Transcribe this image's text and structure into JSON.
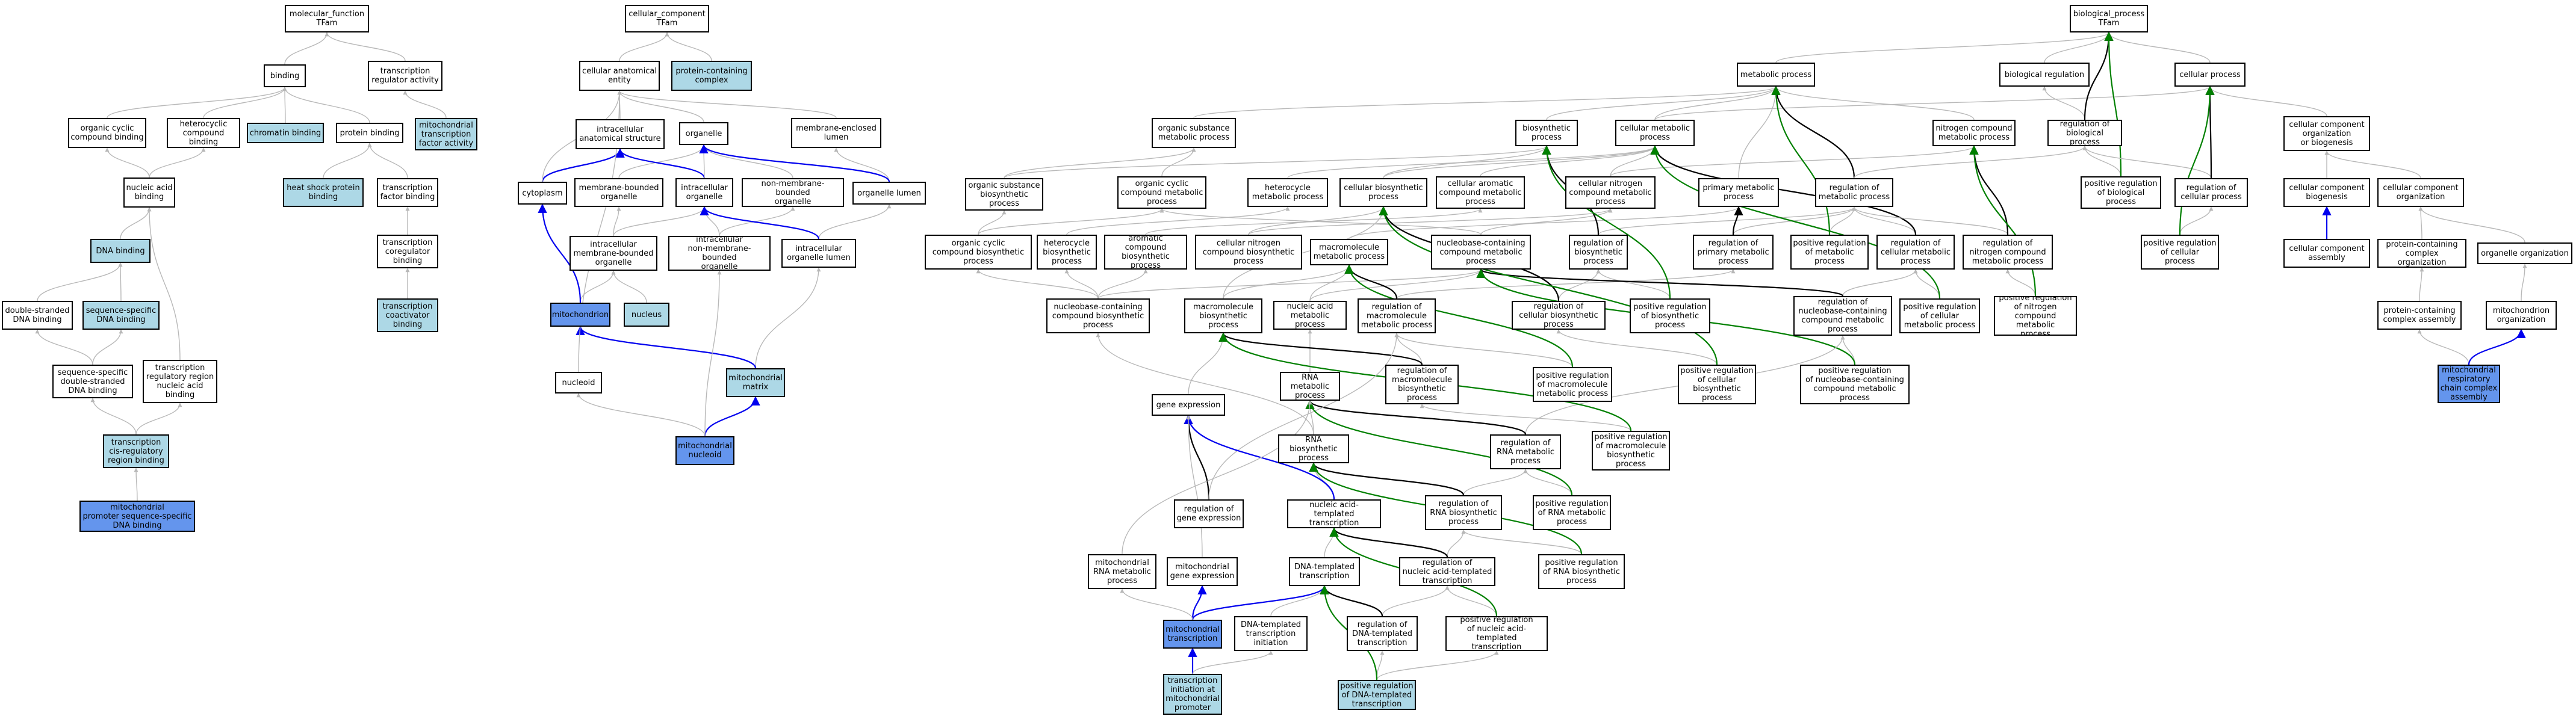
{
  "colors": {
    "white": "#ffffff",
    "light": "#add8e6",
    "dark": "#6495ed",
    "edge_gray": "#b8b8b8",
    "edge_black": "#000000",
    "edge_blue": "#0000ee",
    "edge_green": "#008000"
  },
  "nodes": {
    "n1": {
      "label": "molecular_function\nTFam",
      "fill": "white"
    },
    "n2": {
      "label": "binding",
      "fill": "white"
    },
    "n3": {
      "label": "transcription\nregulator activity",
      "fill": "white"
    },
    "n4": {
      "label": "organic cyclic\ncompound binding",
      "fill": "white"
    },
    "n5": {
      "label": "heterocyclic\ncompound binding",
      "fill": "white"
    },
    "n6": {
      "label": "chromatin binding",
      "fill": "light"
    },
    "n7": {
      "label": "protein binding",
      "fill": "white"
    },
    "n8": {
      "label": "mitochondrial\ntranscription\nfactor activity",
      "fill": "light"
    },
    "n9": {
      "label": "nucleic acid\nbinding",
      "fill": "white"
    },
    "n10": {
      "label": "heat shock protein\nbinding",
      "fill": "light"
    },
    "n11": {
      "label": "transcription\nfactor binding",
      "fill": "white"
    },
    "n12": {
      "label": "DNA binding",
      "fill": "light"
    },
    "n13": {
      "label": "transcription\ncoregulator\nbinding",
      "fill": "white"
    },
    "n14": {
      "label": "double-stranded\nDNA binding",
      "fill": "white"
    },
    "n15": {
      "label": "sequence-specific\nDNA binding",
      "fill": "light"
    },
    "n16": {
      "label": "transcription\ncoactivator\nbinding",
      "fill": "light"
    },
    "n17": {
      "label": "sequence-specific\ndouble-stranded\nDNA binding",
      "fill": "white"
    },
    "n18": {
      "label": "transcription\nregulatory region\nnucleic acid\nbinding",
      "fill": "white"
    },
    "n19": {
      "label": "transcription\ncis-regulatory\nregion binding",
      "fill": "light"
    },
    "n20": {
      "label": "mitochondrial\npromoter sequence-specific\nDNA binding",
      "fill": "dark"
    },
    "n21": {
      "label": "cellular_component\nTFam",
      "fill": "white"
    },
    "n22": {
      "label": "cellular anatomical\nentity",
      "fill": "white"
    },
    "n23": {
      "label": "protein-containing\ncomplex",
      "fill": "light"
    },
    "n24": {
      "label": "intracellular\nanatomical structure",
      "fill": "white"
    },
    "n25": {
      "label": "organelle",
      "fill": "white"
    },
    "n26": {
      "label": "membrane-enclosed\nlumen",
      "fill": "white"
    },
    "n27": {
      "label": "cytoplasm",
      "fill": "white"
    },
    "n28": {
      "label": "membrane-bounded\norganelle",
      "fill": "white"
    },
    "n29": {
      "label": "intracellular\norganelle",
      "fill": "white"
    },
    "n30": {
      "label": "non-membrane-bounded\norganelle",
      "fill": "white"
    },
    "n31": {
      "label": "organelle lumen",
      "fill": "white"
    },
    "n32": {
      "label": "intracellular\nmembrane-bounded\norganelle",
      "fill": "white"
    },
    "n33": {
      "label": "intracellular\nnon-membrane-bounded\norganelle",
      "fill": "white"
    },
    "n34": {
      "label": "intracellular\norganelle lumen",
      "fill": "white"
    },
    "n35": {
      "label": "mitochondrion",
      "fill": "dark"
    },
    "n36": {
      "label": "nucleus",
      "fill": "light"
    },
    "n37": {
      "label": "mitochondrial\nmatrix",
      "fill": "light"
    },
    "n38": {
      "label": "nucleoid",
      "fill": "white"
    },
    "n39": {
      "label": "mitochondrial\nnucleoid",
      "fill": "dark"
    },
    "n40": {
      "label": "biological_process\nTFam",
      "fill": "white"
    },
    "n41": {
      "label": "metabolic process",
      "fill": "white"
    },
    "n42": {
      "label": "biological regulation",
      "fill": "white"
    },
    "n43": {
      "label": "cellular process",
      "fill": "white"
    },
    "n44": {
      "label": "organic substance\nmetabolic process",
      "fill": "white"
    },
    "n45": {
      "label": "biosynthetic\nprocess",
      "fill": "white"
    },
    "n46": {
      "label": "cellular metabolic\nprocess",
      "fill": "white"
    },
    "n47": {
      "label": "nitrogen compound\nmetabolic process",
      "fill": "white"
    },
    "n48": {
      "label": "regulation of\nbiological process",
      "fill": "white"
    },
    "n49": {
      "label": "cellular component\norganization\nor biogenesis",
      "fill": "white"
    },
    "n50": {
      "label": "organic substance\nbiosynthetic\nprocess",
      "fill": "white"
    },
    "n51": {
      "label": "organic cyclic\ncompound metabolic\nprocess",
      "fill": "white"
    },
    "n52": {
      "label": "heterocycle\nmetabolic process",
      "fill": "white"
    },
    "n53": {
      "label": "cellular biosynthetic\nprocess",
      "fill": "white"
    },
    "n54": {
      "label": "cellular aromatic\ncompound metabolic\nprocess",
      "fill": "white"
    },
    "n55": {
      "label": "cellular nitrogen\ncompound metabolic\nprocess",
      "fill": "white"
    },
    "n56": {
      "label": "primary metabolic\nprocess",
      "fill": "white"
    },
    "n57": {
      "label": "regulation of\nmetabolic process",
      "fill": "white"
    },
    "n58": {
      "label": "positive regulation\nof biological\nprocess",
      "fill": "white"
    },
    "n59": {
      "label": "regulation of\ncellular process",
      "fill": "white"
    },
    "n60": {
      "label": "cellular component\nbiogenesis",
      "fill": "white"
    },
    "n61": {
      "label": "cellular component\norganization",
      "fill": "white"
    },
    "n62": {
      "label": "organic cyclic\ncompound biosynthetic\nprocess",
      "fill": "white"
    },
    "n63": {
      "label": "heterocycle\nbiosynthetic\nprocess",
      "fill": "white"
    },
    "n64": {
      "label": "aromatic compound\nbiosynthetic\nprocess",
      "fill": "white"
    },
    "n65": {
      "label": "cellular nitrogen\ncompound biosynthetic\nprocess",
      "fill": "white"
    },
    "n66": {
      "label": "macromolecule\nmetabolic process",
      "fill": "white"
    },
    "n67": {
      "label": "nucleobase-containing\ncompound metabolic\nprocess",
      "fill": "white"
    },
    "n68": {
      "label": "regulation of\nbiosynthetic\nprocess",
      "fill": "white"
    },
    "n69": {
      "label": "regulation of\nprimary metabolic\nprocess",
      "fill": "white"
    },
    "n70": {
      "label": "positive regulation\nof metabolic\nprocess",
      "fill": "white"
    },
    "n71": {
      "label": "regulation of\ncellular metabolic\nprocess",
      "fill": "white"
    },
    "n72": {
      "label": "regulation of\nnitrogen compound\nmetabolic process",
      "fill": "white"
    },
    "n73": {
      "label": "positive regulation\nof cellular\nprocess",
      "fill": "white"
    },
    "n74": {
      "label": "cellular component\nassembly",
      "fill": "white"
    },
    "n75": {
      "label": "protein-containing\ncomplex organization",
      "fill": "white"
    },
    "n76": {
      "label": "organelle organization",
      "fill": "white"
    },
    "n77": {
      "label": "nucleobase-containing\ncompound biosynthetic\nprocess",
      "fill": "white"
    },
    "n78": {
      "label": "macromolecule\nbiosynthetic\nprocess",
      "fill": "white"
    },
    "n79": {
      "label": "nucleic acid\nmetabolic process",
      "fill": "white"
    },
    "n80": {
      "label": "regulation of\nmacromolecule\nmetabolic process",
      "fill": "white"
    },
    "n81": {
      "label": "regulation of\ncellular biosynthetic\nprocess",
      "fill": "white"
    },
    "n82": {
      "label": "positive regulation\nof biosynthetic\nprocess",
      "fill": "white"
    },
    "n83": {
      "label": "regulation of\nnucleobase-containing\ncompound metabolic\nprocess",
      "fill": "white"
    },
    "n84": {
      "label": "positive regulation\nof cellular\nmetabolic process",
      "fill": "white"
    },
    "n85": {
      "label": "positive regulation\nof nitrogen\ncompound metabolic\nprocess",
      "fill": "white"
    },
    "n86": {
      "label": "protein-containing\ncomplex assembly",
      "fill": "white"
    },
    "n87": {
      "label": "mitochondrion\norganization",
      "fill": "white"
    },
    "n88": {
      "label": "RNA metabolic\nprocess",
      "fill": "white"
    },
    "n89": {
      "label": "regulation of\nmacromolecule\nbiosynthetic\nprocess",
      "fill": "white"
    },
    "n90": {
      "label": "positive regulation\nof macromolecule\nmetabolic process",
      "fill": "white"
    },
    "n91": {
      "label": "positive regulation\nof cellular\nbiosynthetic\nprocess",
      "fill": "white"
    },
    "n92": {
      "label": "positive regulation\nof nucleobase-containing\ncompound metabolic\nprocess",
      "fill": "white"
    },
    "n93": {
      "label": "mitochondrial\nrespiratory\nchain complex\nassembly",
      "fill": "dark"
    },
    "n94": {
      "label": "gene expression",
      "fill": "white"
    },
    "n95": {
      "label": "RNA biosynthetic\nprocess",
      "fill": "white"
    },
    "n96": {
      "label": "regulation of\nRNA metabolic\nprocess",
      "fill": "white"
    },
    "n97": {
      "label": "positive regulation\nof macromolecule\nbiosynthetic\nprocess",
      "fill": "white"
    },
    "n98": {
      "label": "regulation of\ngene expression",
      "fill": "white"
    },
    "n99": {
      "label": "nucleic acid-templated\ntranscription",
      "fill": "white"
    },
    "n100": {
      "label": "regulation of\nRNA biosynthetic\nprocess",
      "fill": "white"
    },
    "n101": {
      "label": "positive regulation\nof RNA metabolic\nprocess",
      "fill": "white"
    },
    "n102": {
      "label": "mitochondrial\nRNA metabolic\nprocess",
      "fill": "white"
    },
    "n103": {
      "label": "mitochondrial\ngene expression",
      "fill": "white"
    },
    "n104": {
      "label": "DNA-templated\ntranscription",
      "fill": "white"
    },
    "n105": {
      "label": "regulation of\nnucleic acid-templated\ntranscription",
      "fill": "white"
    },
    "n106": {
      "label": "positive regulation\nof RNA biosynthetic\nprocess",
      "fill": "white"
    },
    "n107": {
      "label": "mitochondrial\ntranscription",
      "fill": "dark"
    },
    "n108": {
      "label": "DNA-templated\ntranscription\ninitiation",
      "fill": "white"
    },
    "n109": {
      "label": "regulation of\nDNA-templated\ntranscription",
      "fill": "white"
    },
    "n110": {
      "label": "positive regulation\nof nucleic acid-templated\ntranscription",
      "fill": "white"
    },
    "n111": {
      "label": "transcription\ninitiation at\nmitochondrial\npromoter",
      "fill": "light"
    },
    "n112": {
      "label": "positive regulation\nof DNA-templated\ntranscription",
      "fill": "light"
    }
  },
  "edges": [
    [
      "n2",
      "n1",
      "gray"
    ],
    [
      "n3",
      "n1",
      "gray"
    ],
    [
      "n4",
      "n2",
      "gray"
    ],
    [
      "n5",
      "n2",
      "gray"
    ],
    [
      "n6",
      "n2",
      "gray"
    ],
    [
      "n7",
      "n2",
      "gray"
    ],
    [
      "n8",
      "n3",
      "gray"
    ],
    [
      "n9",
      "n4",
      "gray"
    ],
    [
      "n9",
      "n5",
      "gray"
    ],
    [
      "n10",
      "n7",
      "gray"
    ],
    [
      "n11",
      "n7",
      "gray"
    ],
    [
      "n12",
      "n9",
      "gray"
    ],
    [
      "n13",
      "n11",
      "gray"
    ],
    [
      "n14",
      "n12",
      "gray"
    ],
    [
      "n15",
      "n12",
      "gray"
    ],
    [
      "n16",
      "n13",
      "gray"
    ],
    [
      "n17",
      "n14",
      "gray"
    ],
    [
      "n17",
      "n15",
      "gray"
    ],
    [
      "n18",
      "n9",
      "gray"
    ],
    [
      "n19",
      "n17",
      "gray"
    ],
    [
      "n19",
      "n18",
      "gray"
    ],
    [
      "n20",
      "n19",
      "gray"
    ],
    [
      "n22",
      "n21",
      "gray"
    ],
    [
      "n23",
      "n21",
      "gray"
    ],
    [
      "n24",
      "n22",
      "gray"
    ],
    [
      "n25",
      "n22",
      "gray"
    ],
    [
      "n26",
      "n22",
      "gray"
    ],
    [
      "n27",
      "n24",
      "blue"
    ],
    [
      "n27",
      "n22",
      "gray"
    ],
    [
      "n28",
      "n25",
      "gray"
    ],
    [
      "n29",
      "n24",
      "blue"
    ],
    [
      "n29",
      "n25",
      "gray"
    ],
    [
      "n30",
      "n25",
      "gray"
    ],
    [
      "n31",
      "n26",
      "gray"
    ],
    [
      "n31",
      "n25",
      "blue"
    ],
    [
      "n32",
      "n28",
      "gray"
    ],
    [
      "n32",
      "n29",
      "gray"
    ],
    [
      "n33",
      "n29",
      "gray"
    ],
    [
      "n33",
      "n30",
      "gray"
    ],
    [
      "n34",
      "n31",
      "gray"
    ],
    [
      "n34",
      "n29",
      "blue"
    ],
    [
      "n35",
      "n32",
      "gray"
    ],
    [
      "n35",
      "n27",
      "blue"
    ],
    [
      "n36",
      "n32",
      "gray"
    ],
    [
      "n37",
      "n34",
      "gray"
    ],
    [
      "n37",
      "n35",
      "blue"
    ],
    [
      "n38",
      "n22",
      "gray"
    ],
    [
      "n39",
      "n38",
      "gray"
    ],
    [
      "n39",
      "n37",
      "blue"
    ],
    [
      "n39",
      "n33",
      "gray"
    ],
    [
      "n41",
      "n40",
      "gray"
    ],
    [
      "n42",
      "n40",
      "gray"
    ],
    [
      "n43",
      "n40",
      "gray"
    ],
    [
      "n44",
      "n41",
      "gray"
    ],
    [
      "n45",
      "n41",
      "gray"
    ],
    [
      "n46",
      "n41",
      "gray"
    ],
    [
      "n46",
      "n43",
      "gray"
    ],
    [
      "n47",
      "n41",
      "gray"
    ],
    [
      "n48",
      "n42",
      "gray"
    ],
    [
      "n48",
      "n40",
      "black"
    ],
    [
      "n49",
      "n43",
      "gray"
    ],
    [
      "n50",
      "n44",
      "gray"
    ],
    [
      "n50",
      "n45",
      "gray"
    ],
    [
      "n51",
      "n44",
      "gray"
    ],
    [
      "n52",
      "n46",
      "gray"
    ],
    [
      "n53",
      "n45",
      "gray"
    ],
    [
      "n53",
      "n46",
      "gray"
    ],
    [
      "n54",
      "n46",
      "gray"
    ],
    [
      "n55",
      "n46",
      "gray"
    ],
    [
      "n55",
      "n47",
      "gray"
    ],
    [
      "n56",
      "n41",
      "gray"
    ],
    [
      "n57",
      "n41",
      "black"
    ],
    [
      "n57",
      "n48",
      "gray"
    ],
    [
      "n58",
      "n48",
      "gray"
    ],
    [
      "n58",
      "n40",
      "green"
    ],
    [
      "n59",
      "n48",
      "gray"
    ],
    [
      "n59",
      "n43",
      "black"
    ],
    [
      "n60",
      "n49",
      "gray"
    ],
    [
      "n61",
      "n49",
      "gray"
    ],
    [
      "n62",
      "n50",
      "gray"
    ],
    [
      "n62",
      "n51",
      "gray"
    ],
    [
      "n63",
      "n52",
      "gray"
    ],
    [
      "n64",
      "n54",
      "gray"
    ],
    [
      "n65",
      "n53",
      "gray"
    ],
    [
      "n65",
      "n55",
      "gray"
    ],
    [
      "n66",
      "n56",
      "gray"
    ],
    [
      "n67",
      "n51",
      "gray"
    ],
    [
      "n67",
      "n55",
      "gray"
    ],
    [
      "n68",
      "n57",
      "gray"
    ],
    [
      "n68",
      "n45",
      "black"
    ],
    [
      "n69",
      "n57",
      "gray"
    ],
    [
      "n69",
      "n56",
      "black"
    ],
    [
      "n70",
      "n57",
      "gray"
    ],
    [
      "n70",
      "n41",
      "green"
    ],
    [
      "n71",
      "n57",
      "gray"
    ],
    [
      "n71",
      "n46",
      "black"
    ],
    [
      "n72",
      "n57",
      "gray"
    ],
    [
      "n72",
      "n47",
      "black"
    ],
    [
      "n73",
      "n59",
      "gray"
    ],
    [
      "n73",
      "n43",
      "green"
    ],
    [
      "n74",
      "n60",
      "blue"
    ],
    [
      "n75",
      "n61",
      "gray"
    ],
    [
      "n76",
      "n61",
      "gray"
    ],
    [
      "n77",
      "n62",
      "gray"
    ],
    [
      "n77",
      "n63",
      "gray"
    ],
    [
      "n77",
      "n64",
      "gray"
    ],
    [
      "n77",
      "n67",
      "gray"
    ],
    [
      "n78",
      "n53",
      "gray"
    ],
    [
      "n78",
      "n66",
      "gray"
    ],
    [
      "n79",
      "n66",
      "gray"
    ],
    [
      "n79",
      "n67",
      "gray"
    ],
    [
      "n80",
      "n69",
      "gray"
    ],
    [
      "n80",
      "n66",
      "black"
    ],
    [
      "n81",
      "n68",
      "gray"
    ],
    [
      "n81",
      "n53",
      "black"
    ],
    [
      "n82",
      "n68",
      "gray"
    ],
    [
      "n82",
      "n45",
      "green"
    ],
    [
      "n83",
      "n71",
      "gray"
    ],
    [
      "n83",
      "n67",
      "black"
    ],
    [
      "n84",
      "n71",
      "gray"
    ],
    [
      "n84",
      "n46",
      "green"
    ],
    [
      "n85",
      "n72",
      "gray"
    ],
    [
      "n85",
      "n47",
      "green"
    ],
    [
      "n86",
      "n75",
      "gray"
    ],
    [
      "n87",
      "n76",
      "gray"
    ],
    [
      "n88",
      "n79",
      "gray"
    ],
    [
      "n89",
      "n80",
      "gray"
    ],
    [
      "n89",
      "n78",
      "black"
    ],
    [
      "n90",
      "n80",
      "gray"
    ],
    [
      "n90",
      "n66",
      "green"
    ],
    [
      "n91",
      "n81",
      "gray"
    ],
    [
      "n91",
      "n53",
      "green"
    ],
    [
      "n92",
      "n83",
      "gray"
    ],
    [
      "n92",
      "n67",
      "green"
    ],
    [
      "n93",
      "n86",
      "gray"
    ],
    [
      "n93",
      "n87",
      "blue"
    ],
    [
      "n94",
      "n78",
      "gray"
    ],
    [
      "n95",
      "n88",
      "gray"
    ],
    [
      "n95",
      "n77",
      "gray"
    ],
    [
      "n96",
      "n83",
      "gray"
    ],
    [
      "n96",
      "n88",
      "black"
    ],
    [
      "n97",
      "n89",
      "gray"
    ],
    [
      "n97",
      "n78",
      "green"
    ],
    [
      "n98",
      "n94",
      "black"
    ],
    [
      "n98",
      "n80",
      "gray"
    ],
    [
      "n99",
      "n95",
      "gray"
    ],
    [
      "n99",
      "n94",
      "blue"
    ],
    [
      "n100",
      "n96",
      "gray"
    ],
    [
      "n100",
      "n95",
      "black"
    ],
    [
      "n101",
      "n96",
      "gray"
    ],
    [
      "n101",
      "n88",
      "green"
    ],
    [
      "n102",
      "n88",
      "gray"
    ],
    [
      "n103",
      "n94",
      "gray"
    ],
    [
      "n104",
      "n99",
      "gray"
    ],
    [
      "n105",
      "n100",
      "gray"
    ],
    [
      "n105",
      "n99",
      "black"
    ],
    [
      "n106",
      "n100",
      "gray"
    ],
    [
      "n106",
      "n95",
      "green"
    ],
    [
      "n107",
      "n103",
      "blue"
    ],
    [
      "n107",
      "n104",
      "blue"
    ],
    [
      "n107",
      "n102",
      "gray"
    ],
    [
      "n108",
      "n104",
      "gray"
    ],
    [
      "n109",
      "n105",
      "gray"
    ],
    [
      "n109",
      "n104",
      "black"
    ],
    [
      "n110",
      "n105",
      "gray"
    ],
    [
      "n110",
      "n99",
      "green"
    ],
    [
      "n111",
      "n107",
      "blue"
    ],
    [
      "n111",
      "n108",
      "gray"
    ],
    [
      "n112",
      "n110",
      "gray"
    ],
    [
      "n112",
      "n109",
      "gray"
    ],
    [
      "n112",
      "n104",
      "green"
    ]
  ]
}
